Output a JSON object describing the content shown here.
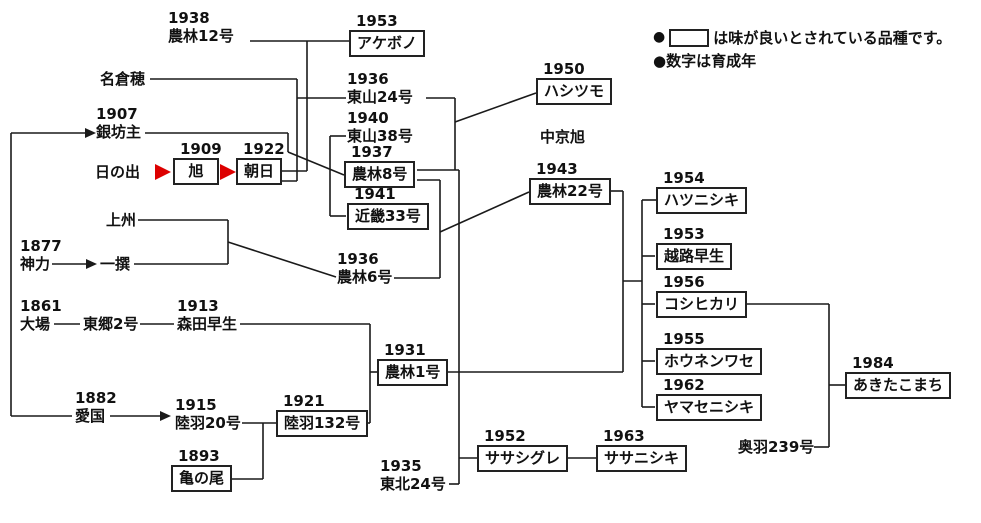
{
  "colors": {
    "accent-red": "#dd0000",
    "line": "#1a1a1a"
  },
  "legend": {
    "line1_bullet": "●",
    "line1_text": "は味が良いとされている品種です。",
    "line2": "●数字は育成年"
  },
  "nodes": {
    "norin12": {
      "year": "1938",
      "name": "農林12号"
    },
    "akebono": {
      "year": "1953",
      "name": "アケボノ"
    },
    "naguraho": {
      "name": "名倉穂"
    },
    "ginbozu": {
      "year": "1907",
      "name": "銀坊主"
    },
    "hinode": {
      "name": "日の出"
    },
    "asahi1909": {
      "year": "1909",
      "name": "旭"
    },
    "asahi1922": {
      "year": "1922",
      "name": "朝日"
    },
    "higashiyama24": {
      "year": "1936",
      "name": "東山24号"
    },
    "higashiyama38": {
      "year": "1940",
      "name": "東山38号"
    },
    "norin8": {
      "year": "1937",
      "name": "農林8号"
    },
    "kinki33": {
      "year": "1941",
      "name": "近畿33号"
    },
    "norin6": {
      "year": "1936",
      "name": "農林6号"
    },
    "hashitsumo": {
      "year": "1950",
      "name": "ハシツモ"
    },
    "chukyoasahi": {
      "name": "中京旭"
    },
    "norin22": {
      "year": "1943",
      "name": "農林22号"
    },
    "joshu": {
      "name": "上州"
    },
    "shinriki": {
      "year": "1877",
      "name": "神力"
    },
    "issen": {
      "name": "一撰"
    },
    "oba": {
      "year": "1861",
      "name": "大場"
    },
    "togo2": {
      "name": "東郷2号"
    },
    "morita": {
      "year": "1913",
      "name": "森田早生"
    },
    "aikoku": {
      "year": "1882",
      "name": "愛国"
    },
    "rikuu20": {
      "year": "1915",
      "name": "陸羽20号"
    },
    "rikuu132": {
      "year": "1921",
      "name": "陸羽132号"
    },
    "kamenoo": {
      "year": "1893",
      "name": "亀の尾"
    },
    "norin1": {
      "year": "1931",
      "name": "農林1号"
    },
    "tohoku24": {
      "year": "1935",
      "name": "東北24号"
    },
    "sasashigure": {
      "year": "1952",
      "name": "ササシグレ"
    },
    "sasanishiki": {
      "year": "1963",
      "name": "ササニシキ"
    },
    "hatsunishiki": {
      "year": "1954",
      "name": "ハツニシキ"
    },
    "koshijiwase": {
      "year": "1953",
      "name": "越路早生"
    },
    "koshihikari": {
      "year": "1956",
      "name": "コシヒカリ"
    },
    "hounenwase": {
      "year": "1955",
      "name": "ホウネンワセ"
    },
    "yamasenishiki": {
      "year": "1962",
      "name": "ヤマセニシキ"
    },
    "akitakomachi": {
      "year": "1984",
      "name": "あきたこまち"
    },
    "ouu239": {
      "name": "奥羽239号"
    }
  }
}
